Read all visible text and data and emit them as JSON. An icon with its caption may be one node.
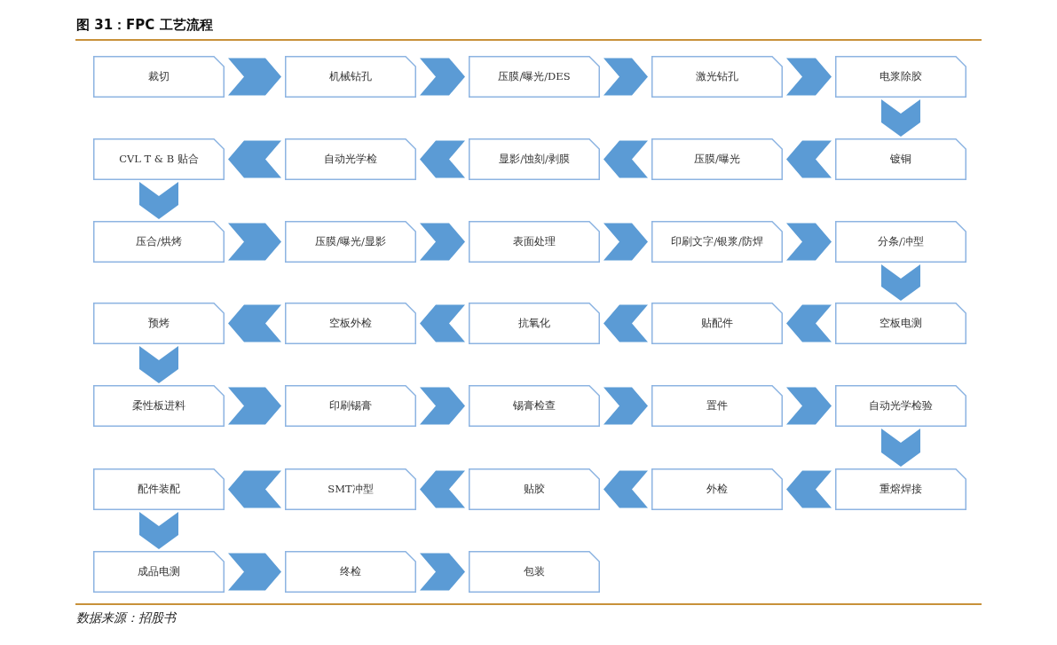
{
  "diagram": {
    "title": "图 31：FPC 工艺流程",
    "nodes": [
      {
        "text": [
          "裁切"
        ]
      },
      {
        "text": [
          "机械钻孔"
        ]
      },
      {
        "text": [
          "压膜/曝光/DES"
        ]
      },
      {
        "text": [
          "激光钻孔"
        ]
      },
      {
        "text": [
          "电浆除胶"
        ]
      },
      {
        "text": [
          "镀铜"
        ]
      },
      {
        "text": [
          "压膜/曝光"
        ]
      },
      {
        "text": [
          "显影/蚀刻/剥膜"
        ]
      },
      {
        "text": [
          "自动光学检"
        ]
      },
      {
        "text": [
          "CVL T & B 贴合"
        ]
      },
      {
        "text": [
          "压合/烘烤"
        ]
      },
      {
        "text": [
          "压膜/曝光/显影"
        ]
      },
      {
        "text": [
          "表面处理"
        ]
      },
      {
        "text": [
          "印刷文字/银浆/防焊"
        ]
      },
      {
        "text": [
          "分条/冲型"
        ]
      },
      {
        "text": [
          "空板电测"
        ]
      },
      {
        "text": [
          "贴配件"
        ]
      },
      {
        "text": [
          "抗氧化"
        ]
      },
      {
        "text": [
          "空板外检"
        ]
      },
      {
        "text": [
          "预烤"
        ]
      },
      {
        "text": [
          "柔性板进料"
        ]
      },
      {
        "text": [
          "印刷锡膏"
        ]
      },
      {
        "text": [
          "锡膏检查"
        ]
      },
      {
        "text": [
          "置件"
        ]
      },
      {
        "text": [
          "自动光学检验"
        ]
      },
      {
        "text": [
          "重熔焊接"
        ]
      },
      {
        "text": [
          "外检"
        ]
      },
      {
        "text": [
          "贴胶"
        ]
      },
      {
        "text": [
          "SMT冲型"
        ]
      },
      {
        "text": [
          "配件装配"
        ]
      },
      {
        "text": [
          "成品电测"
        ]
      },
      {
        "text": [
          "终检"
        ]
      },
      {
        "text": [
          "包装"
        ]
      }
    ],
    "edges": [
      {
        "from": 0,
        "to": 1,
        "arrow": "to"
      },
      {
        "from": 1,
        "to": 2,
        "arrow": "to"
      },
      {
        "from": 2,
        "to": 3,
        "arrow": "to"
      },
      {
        "from": 3,
        "to": 4,
        "arrow": "to"
      },
      {
        "from": 4,
        "to": 5,
        "arrow": "to"
      },
      {
        "from": 5,
        "to": 6,
        "arrow": "to"
      },
      {
        "from": 6,
        "to": 7,
        "arrow": "to"
      },
      {
        "from": 7,
        "to": 8,
        "arrow": "to"
      },
      {
        "from": 8,
        "to": 9,
        "arrow": "to"
      },
      {
        "from": 9,
        "to": 10,
        "arrow": "to"
      },
      {
        "from": 10,
        "to": 11,
        "arrow": "to"
      },
      {
        "from": 11,
        "to": 12,
        "arrow": "to"
      },
      {
        "from": 12,
        "to": 13,
        "arrow": "to"
      },
      {
        "from": 13,
        "to": 14,
        "arrow": "to"
      },
      {
        "from": 14,
        "to": 15,
        "arrow": "to"
      },
      {
        "from": 15,
        "to": 16,
        "arrow": "to"
      },
      {
        "from": 16,
        "to": 17,
        "arrow": "to"
      },
      {
        "from": 17,
        "to": 18,
        "arrow": "to"
      },
      {
        "from": 18,
        "to": 19,
        "arrow": "to"
      },
      {
        "from": 19,
        "to": 20,
        "arrow": "to"
      },
      {
        "from": 20,
        "to": 21,
        "arrow": "to"
      },
      {
        "from": 21,
        "to": 22,
        "arrow": "to"
      },
      {
        "from": 22,
        "to": 23,
        "arrow": "to"
      },
      {
        "from": 23,
        "to": 24,
        "arrow": "to"
      },
      {
        "from": 24,
        "to": 25,
        "arrow": "to"
      },
      {
        "from": 25,
        "to": 26,
        "arrow": "to"
      },
      {
        "from": 26,
        "to": 27,
        "arrow": "to"
      },
      {
        "from": 27,
        "to": 28,
        "arrow": "to"
      },
      {
        "from": 28,
        "to": 29,
        "arrow": "to"
      },
      {
        "from": 29,
        "to": 30,
        "arrow": "to"
      },
      {
        "from": 30,
        "to": 31,
        "arrow": "to"
      },
      {
        "from": 31,
        "to": 32,
        "arrow": "to"
      }
    ],
    "caption": "数据来源：招股书"
  }
}
